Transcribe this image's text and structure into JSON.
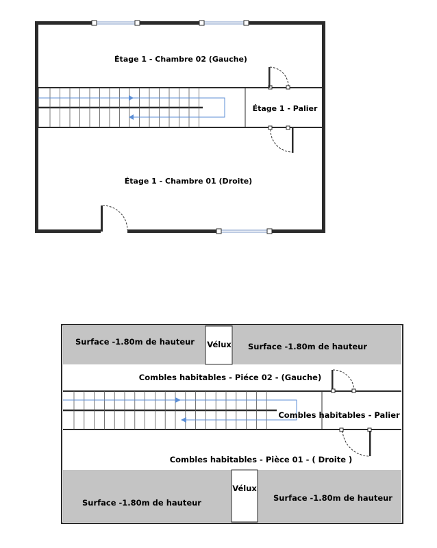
{
  "floor1": {
    "room_left": "Étage 1 - Chambre 02 (Gauche)",
    "landing": "Étage 1 - Palier",
    "room_right": "Étage 1 - Chambre 01 (Droite)"
  },
  "attic": {
    "surface_top_left": "Surface -1.80m de hauteur",
    "velux_top": "Vélux",
    "surface_top_right": "Surface -1.80m de hauteur",
    "room_left": "Combles habitables - Piéce 02 - (Gauche)",
    "landing": "Combles habitables - Palier",
    "room_right": "Combles habitables - Pièce 01 - ( Droite )",
    "velux_bottom": "Vélux",
    "surface_bottom_left": "Surface -1.80m de hauteur",
    "surface_bottom_right": "Surface -1.80m de hauteur"
  },
  "colors": {
    "wall": "#2b2b2b",
    "low_height_fill": "#c4c4c4",
    "stair_arrow": "#5b8ed6",
    "window_frame": "#7a96c4"
  }
}
